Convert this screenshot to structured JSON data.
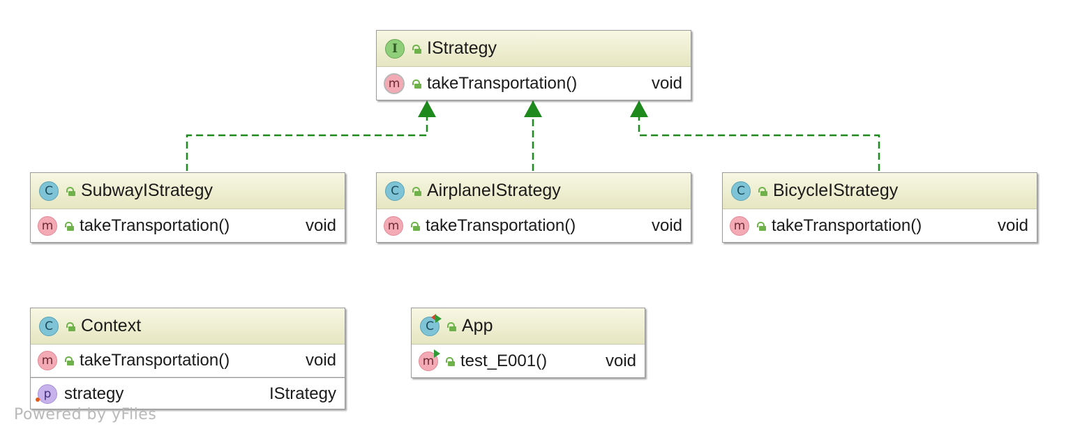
{
  "nodes": {
    "istrategy": {
      "kind": "I",
      "name": "IStrategy",
      "members": [
        {
          "kind": "m",
          "name": "takeTransportation()",
          "type": "void"
        }
      ]
    },
    "subway": {
      "kind": "C",
      "name": "SubwayIStrategy",
      "members": [
        {
          "kind": "m",
          "name": "takeTransportation()",
          "type": "void"
        }
      ]
    },
    "airplane": {
      "kind": "C",
      "name": "AirplaneIStrategy",
      "members": [
        {
          "kind": "m",
          "name": "takeTransportation()",
          "type": "void"
        }
      ]
    },
    "bicycle": {
      "kind": "C",
      "name": "BicycleIStrategy",
      "members": [
        {
          "kind": "m",
          "name": "takeTransportation()",
          "type": "void"
        }
      ]
    },
    "context": {
      "kind": "C",
      "name": "Context",
      "members": [
        {
          "kind": "m",
          "name": "takeTransportation()",
          "type": "void"
        },
        {
          "kind": "p",
          "name": "strategy",
          "type": "IStrategy"
        }
      ]
    },
    "app": {
      "kind": "C",
      "name": "App",
      "members": [
        {
          "kind": "m",
          "name": "test_E001()",
          "type": "void"
        }
      ]
    }
  },
  "edges": [
    {
      "from": "SubwayIStrategy",
      "to": "IStrategy",
      "relation": "implements"
    },
    {
      "from": "AirplaneIStrategy",
      "to": "IStrategy",
      "relation": "implements"
    },
    {
      "from": "BicycleIStrategy",
      "to": "IStrategy",
      "relation": "implements"
    }
  ],
  "colors": {
    "edge": "#1e8a1e",
    "header": "#e6e6c2",
    "interface_badge": "#8fcf7a",
    "class_badge": "#7ec3d6",
    "method_badge": "#f4aab5",
    "property_badge": "#c7b2ec"
  },
  "watermark": "Powered by yFiles"
}
